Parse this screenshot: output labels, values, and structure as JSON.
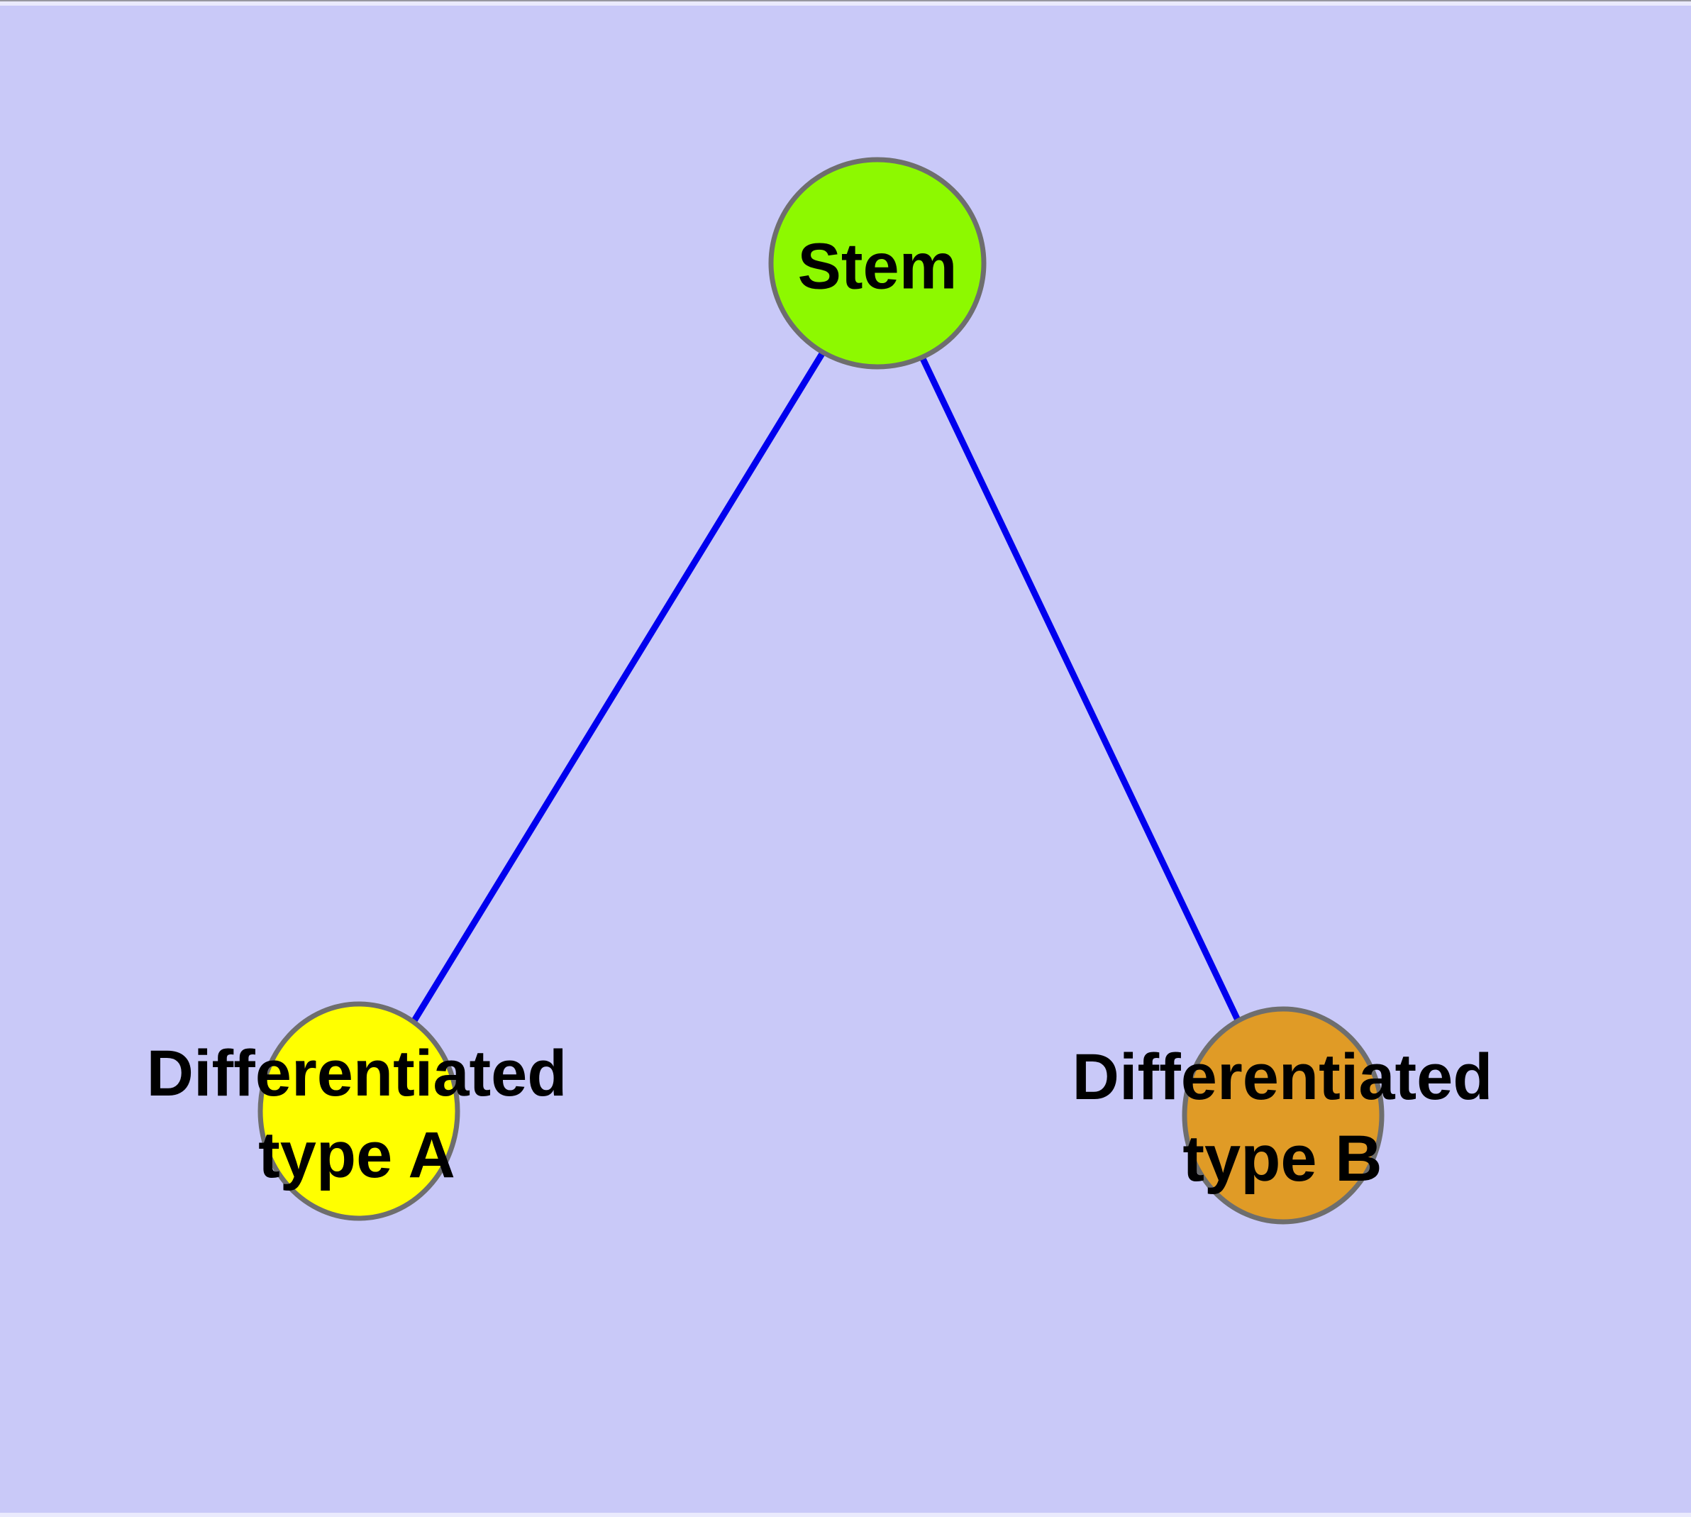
{
  "theme": {
    "background_color": "#c9c9f8",
    "window_edge_light": "#eaeafd",
    "window_edge_dark": "#97979f",
    "edge_color": "#0000ee",
    "node_border_color": "#6e6e6e",
    "label_color": "#000000"
  },
  "graph": {
    "nodes": [
      {
        "id": "stem",
        "label_lines": [
          "Stem"
        ],
        "fill": "#8df900"
      },
      {
        "id": "differentiated-type-a",
        "label_lines": [
          "Differentiated",
          "type A"
        ],
        "fill": "#ffff00"
      },
      {
        "id": "differentiated-type-b",
        "label_lines": [
          "Differentiated",
          "type B"
        ],
        "fill": "#e09b26"
      }
    ],
    "edges": [
      {
        "from": "stem",
        "to": "differentiated-type-a"
      },
      {
        "from": "stem",
        "to": "differentiated-type-b"
      }
    ]
  }
}
